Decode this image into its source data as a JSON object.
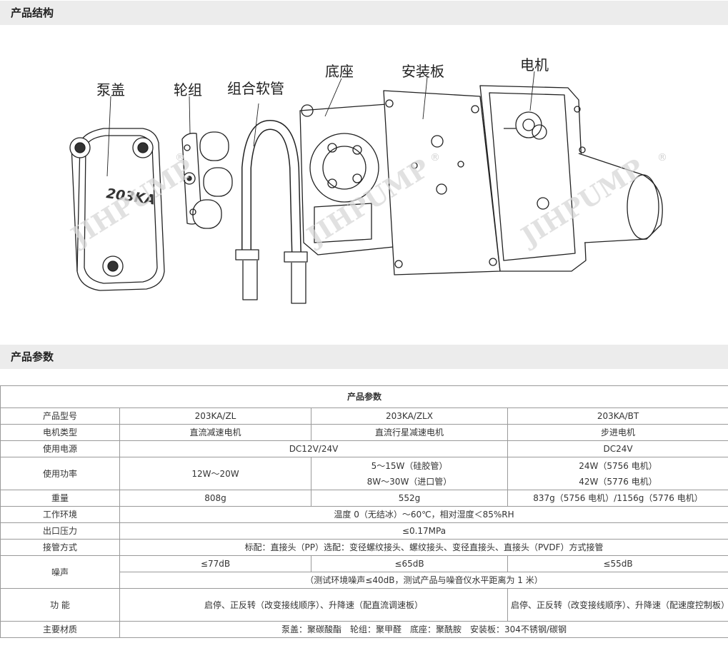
{
  "sections": {
    "structure_title": "产品结构",
    "params_title": "产品参数"
  },
  "diagram": {
    "labels": {
      "pump_cover": "泵盖",
      "roller": "轮组",
      "tube": "组合软管",
      "base": "底座",
      "mount_plate": "安装板",
      "motor": "电机"
    },
    "model_marking": "203KA",
    "watermark": "JIHPUMP",
    "watermark_mark": "®"
  },
  "table": {
    "title": "产品参数",
    "rows": {
      "model": {
        "label": "产品型号",
        "v1": "203KA/ZL",
        "v2": "203KA/ZLX",
        "v3": "203KA/BT"
      },
      "motor_type": {
        "label": "电机类型",
        "v1": "直流减速电机",
        "v2": "直流行星减速电机",
        "v3": "步进电机"
      },
      "power_supply": {
        "label": "使用电源",
        "v12": "DC12V/24V",
        "v3": "DC24V"
      },
      "power": {
        "label": "使用功率",
        "v1": "12W～20W",
        "v2a": "5～15W（硅胶管）",
        "v2b": "8W～30W（进口管）",
        "v3a": "24W（5756 电机）",
        "v3b": "42W（5776 电机）"
      },
      "weight": {
        "label": "重量",
        "v1": "808g",
        "v2": "552g",
        "v3": "837g（5756 电机）/1156g（5776 电机）"
      },
      "environment": {
        "label": "工作环境",
        "value": "温度 0（无结冰）～60℃，相对湿度＜85%RH"
      },
      "outlet_pressure": {
        "label": "出口压力",
        "value": "≤0.17MPa"
      },
      "connection": {
        "label": "接管方式",
        "value": "标配：直接头（PP）选配：变径螺纹接头、螺纹接头、变径直接头、直接头（PVDF）方式接管"
      },
      "noise": {
        "label": "噪声",
        "v1": "≤77dB",
        "v2": "≤65dB",
        "v3": "≤55dB",
        "note": "（测试环境噪声≤40dB，测试产品与噪音仪水平距离为 1 米）"
      },
      "function": {
        "label": "功 能",
        "v12": "启停、正反转（改变接线顺序）、升降速（配直流调速板）",
        "v3": "启停、正反转（改变接线顺序）、升降速（配速度控制板）"
      },
      "material": {
        "label": "主要材质",
        "value": "泵盖：聚碳酸酯　轮组：聚甲醛　底座：聚酰胺　安装板：304不锈钢/碳钢"
      }
    }
  }
}
